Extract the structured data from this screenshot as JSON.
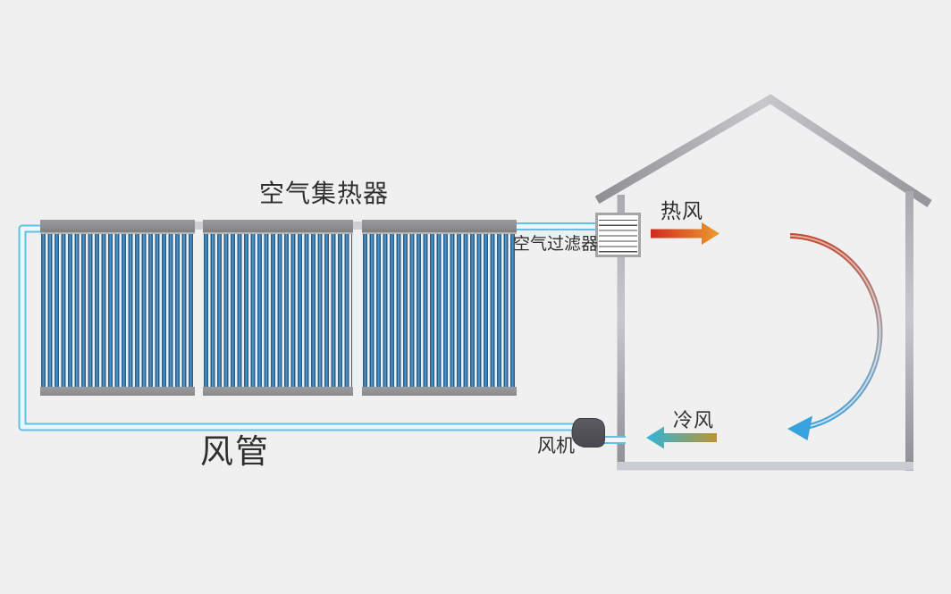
{
  "diagram": {
    "type": "solar-air-heating-system",
    "labels": {
      "collector": "空气集热器",
      "filter": "空气过滤器",
      "hot_air": "热风",
      "cold_air": "冷风",
      "duct": "风管",
      "fan": "风机"
    },
    "components": {
      "collector_panels": 3,
      "tubes_per_panel": 23,
      "flow": "collectors -> filter -> hot air into house -> circulation -> cold air -> fan -> back to collectors"
    },
    "colors": {
      "background": "#f0f0f1",
      "duct_outer": "#5ec1e5",
      "duct_inner": "#eaf7fc",
      "tube_dark": "#24618f",
      "tube_light": "#4e8fc0",
      "frame_gray": "#8a8a8c",
      "frame_gray_light": "#b5b5b7",
      "structure_gray_dark": "#8e8e93",
      "structure_gray_light": "#c7c7cc",
      "floor_gray": "#c9cdd2",
      "filter_line": "#4e4e50",
      "filter_border": "#a3a5a7",
      "hot_start": "#d22a20",
      "hot_end": "#eb9c2f",
      "cold_start": "#2fb4dc",
      "cold_end": "#bd9430",
      "arc_top": "#c24a34",
      "arc_bottom": "#3f9fdc",
      "fan_dark": "#47474c",
      "text": "#2f2f2f"
    }
  }
}
